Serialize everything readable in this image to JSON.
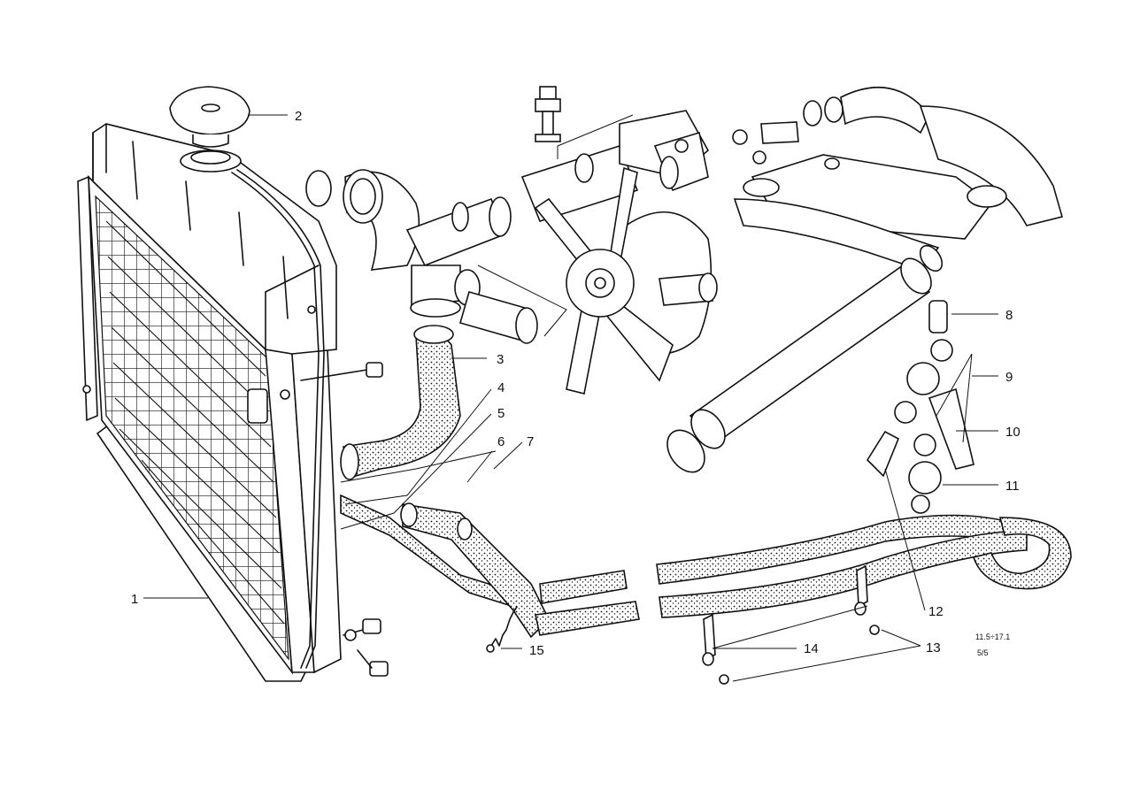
{
  "callouts": {
    "c1": "1",
    "c2": "2",
    "c3": "3",
    "c4": "4",
    "c5": "5",
    "c6": "6",
    "c7": "7",
    "c8": "8",
    "c9": "9",
    "c10": "10",
    "c11": "11",
    "c12": "12",
    "c13": "13",
    "c14": "14",
    "c15": "15"
  },
  "notes": {
    "model_code": "11.5÷17.1",
    "sheet": "5/5"
  }
}
